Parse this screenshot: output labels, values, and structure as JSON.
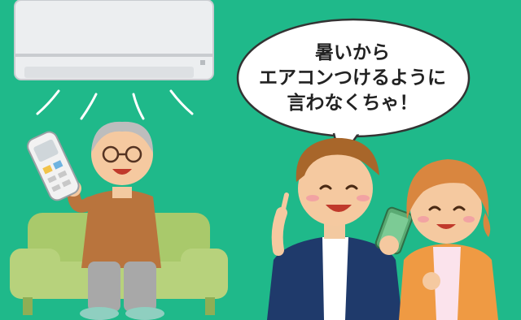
{
  "speech_bubble": {
    "lines": [
      "暑いから",
      "エアコンつけるように",
      "言わなくちゃ！"
    ]
  },
  "colors": {
    "background": "#1fb98a",
    "sofa": "#a9c96b",
    "aircon": "#e9eaec",
    "grandpa_shirt": "#b9743d",
    "man_jacket": "#1f3a6b",
    "woman_cardigan": "#ef9a43"
  },
  "icons": [
    "air-conditioner-icon",
    "remote-control-icon",
    "smartphone-icon"
  ]
}
